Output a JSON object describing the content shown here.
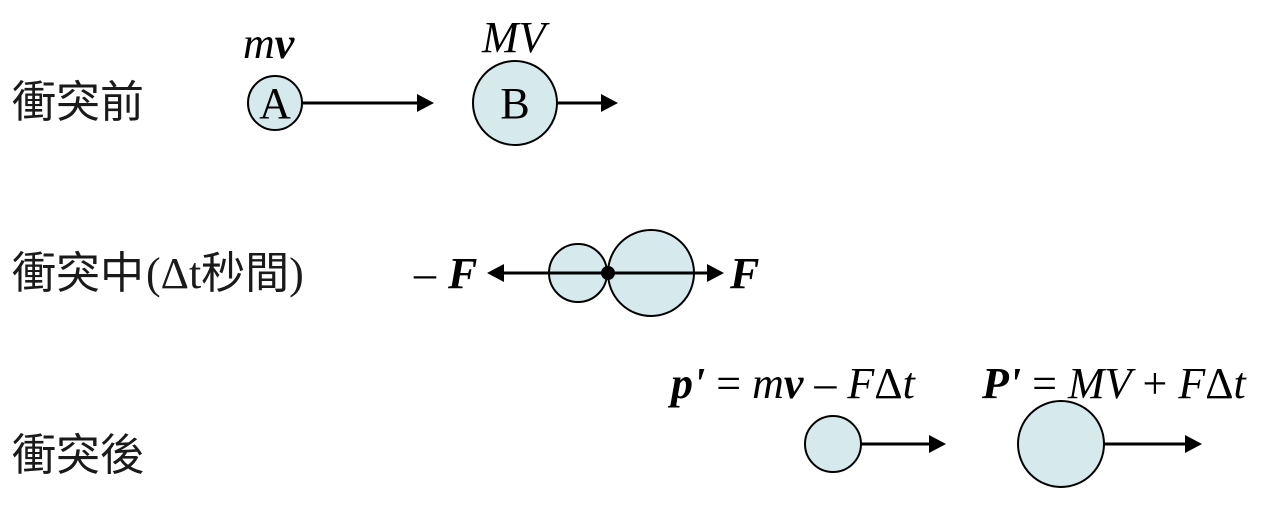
{
  "stages": {
    "before": "衝突前",
    "during": "衝突中",
    "during_paren": "(Δt秒間)",
    "after": "衝突後"
  },
  "balls": {
    "a_label": "A",
    "b_label": "B"
  },
  "momentum": {
    "a_before": {
      "m": "m",
      "v": "v"
    },
    "b_before": "MV",
    "force_left": "F",
    "force_left_minus": "–",
    "force_right": "F",
    "a_after": {
      "lhs": "p",
      "prime": "'",
      "eq": " = ",
      "mv_m": "m",
      "mv_v": "v",
      "minus": " – ",
      "f": "F",
      "delta": "Δ",
      "t": "t"
    },
    "b_after": {
      "lhs": "P",
      "prime": "'",
      "eq": " = ",
      "mv": "MV",
      "plus": " + ",
      "f": "F",
      "delta": "Δ",
      "t": "t"
    }
  },
  "colors": {
    "ball_fill": "#d6eaee",
    "stroke": "#000000"
  }
}
